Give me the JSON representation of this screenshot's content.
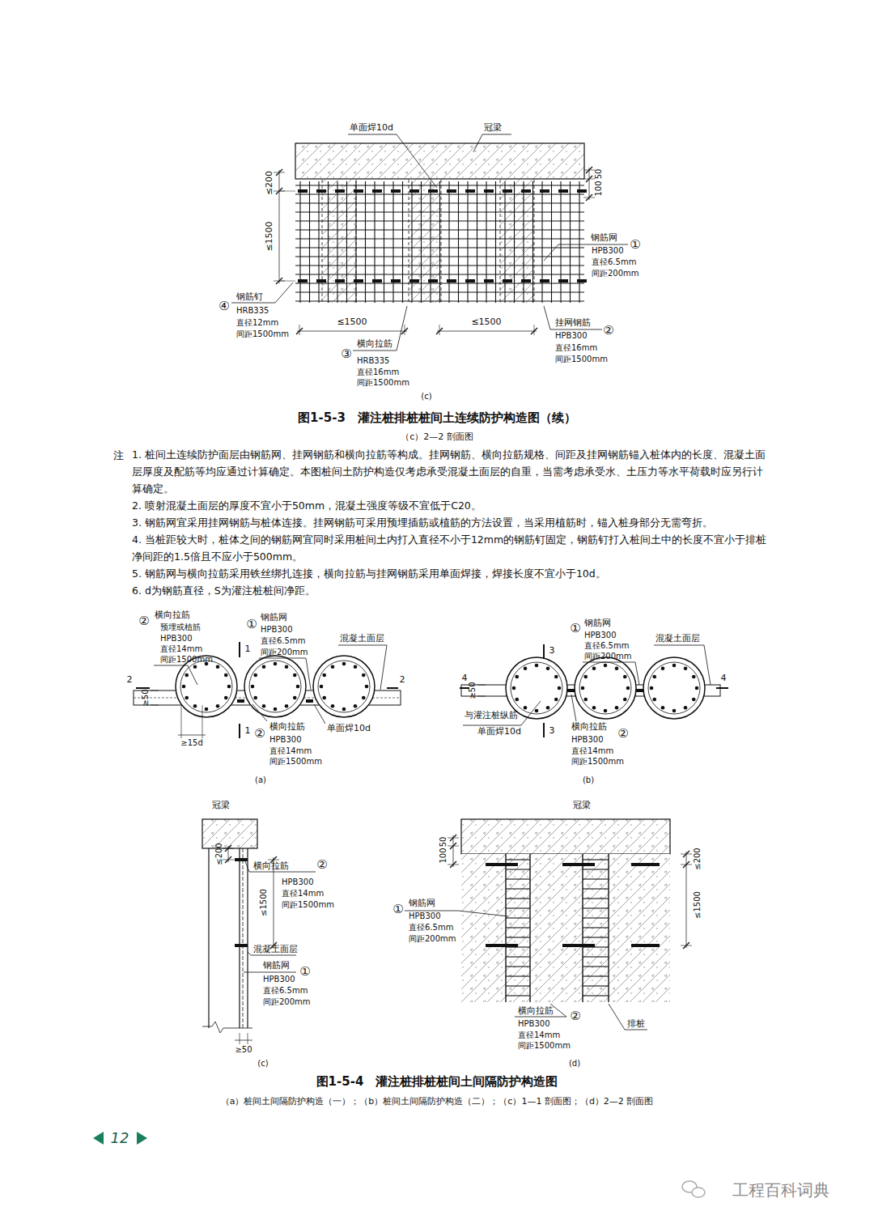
{
  "diagram": {
    "labels": [
      "单面焊10d",
      "冠梁",
      "≤200",
      "≤1500",
      "50",
      "100",
      "①",
      "钢筋网",
      "HPB300",
      "直径6.5mm",
      "间距200mm",
      "④",
      "钢筋钉",
      "HRB335",
      "直径12mm",
      "间距1500mm",
      "≤1500",
      "≤1500",
      "挂网钢筋",
      "②",
      "HPB300",
      "直径16mm",
      "间距1500mm",
      "③",
      "横向拉筋",
      "HRB335",
      "直径16mm",
      "间距1500mm",
      "(c)",
      "图1-5-3　灌注桩排桩桩间土连续防护构造图（续）",
      "（c）2—2 剖面图",
      "注",
      "1. 桩间土连续防护面层由钢筋网、挂网钢筋和横向拉筋等构成。挂网钢筋、横向拉筋规格、间距及挂网钢筋锚入桩体内的长度、混凝土面层厚度及配筋等均应通过计算确定。本图桩间土防护构造仅考虑承受混凝土面层的自重，当需考虑承受水、土压力等水平荷载时应另行计算确定。",
      "2. 喷射混凝土面层的厚度不宜小于50mm，混凝土强度等级不宜低于C20。",
      "3. 钢筋网宜采用挂网钢筋与桩体连接。挂网钢筋可采用预埋插筋或植筋的方法设置，当采用植筋时，锚入桩身部分无需弯折。",
      "4. 当桩距较大时，桩体之间的钢筋网宜同时采用桩间土内打入直径不小于12mm的钢筋钉固定，钢筋钉打入桩间土中的长度不宜小于排桩净间距的1.5倍且不应小于500mm。",
      "5. 钢筋网与横向拉筋采用铁丝绑扎连接，横向拉筋与挂网钢筋采用单面焊接，焊接长度不宜小于10d。",
      "6. d为钢筋直径，S为灌注桩桩间净距。",
      "②",
      "横向拉筋",
      "预埋或植筋",
      "HPB300",
      "直径14mm",
      "间距1500mm",
      "①",
      "钢筋网",
      "HPB300",
      "直径6.5mm",
      "间距200mm",
      "混凝土面层",
      "1",
      "1",
      "2",
      "2",
      "≥50",
      "≥15d",
      "横向拉筋",
      "②",
      "HPB300",
      "直径14mm",
      "间距1500mm",
      "单面焊10d",
      "(a)",
      "①",
      "钢筋网",
      "HPB300",
      "直径6.5mm",
      "间距200mm",
      "混凝土面层",
      "3",
      "3",
      "4",
      "4",
      "≥50",
      "与灌注桩纵筋",
      "单面焊10d",
      "横向拉筋",
      "②",
      "HPB300",
      "直径14mm",
      "间距1500mm",
      "(b)",
      "冠梁",
      "横向拉筋",
      "②",
      "HPB300",
      "直径14mm",
      "间距1500mm",
      "≤200",
      "≤1500",
      "混凝土面层",
      "钢筋网",
      "①",
      "HPB300",
      "直径6.5mm",
      "间距200mm",
      "≥50",
      "(c)",
      "冠梁",
      "50",
      "100",
      "≤200",
      "≤1500",
      "①",
      "钢筋网",
      "HPB300",
      "直径6.5mm",
      "间距200mm",
      "横向拉筋",
      "②",
      "HPB300",
      "直径14mm",
      "间距1500mm",
      "排桩",
      "(d)",
      "图1-5-4　灌注桩排桩桩间土间隔防护构造图",
      "（a）桩间土间隔防护构造（一）；（b）桩间土间隔防护构造（二）；（c）1—1 剖面图；（d）2—2 剖面图",
      "12",
      "工程百科词典"
    ]
  }
}
